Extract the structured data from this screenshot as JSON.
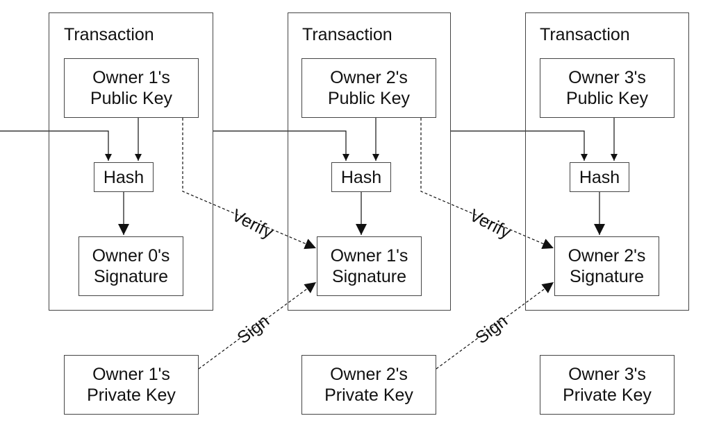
{
  "transactions": [
    {
      "title": "Transaction",
      "public_key": "Owner 1's\nPublic Key",
      "hash": "Hash",
      "signature": "Owner 0's\nSignature",
      "private_key": "Owner 1's\nPrivate Key"
    },
    {
      "title": "Transaction",
      "public_key": "Owner 2's\nPublic Key",
      "hash": "Hash",
      "signature": "Owner 1's\nSignature",
      "private_key": "Owner 2's\nPrivate Key"
    },
    {
      "title": "Transaction",
      "public_key": "Owner 3's\nPublic Key",
      "hash": "Hash",
      "signature": "Owner 2's\nSignature",
      "private_key": "Owner 3's\nPrivate Key"
    }
  ],
  "edge_labels": {
    "verify": "Verify",
    "sign": "Sign"
  }
}
